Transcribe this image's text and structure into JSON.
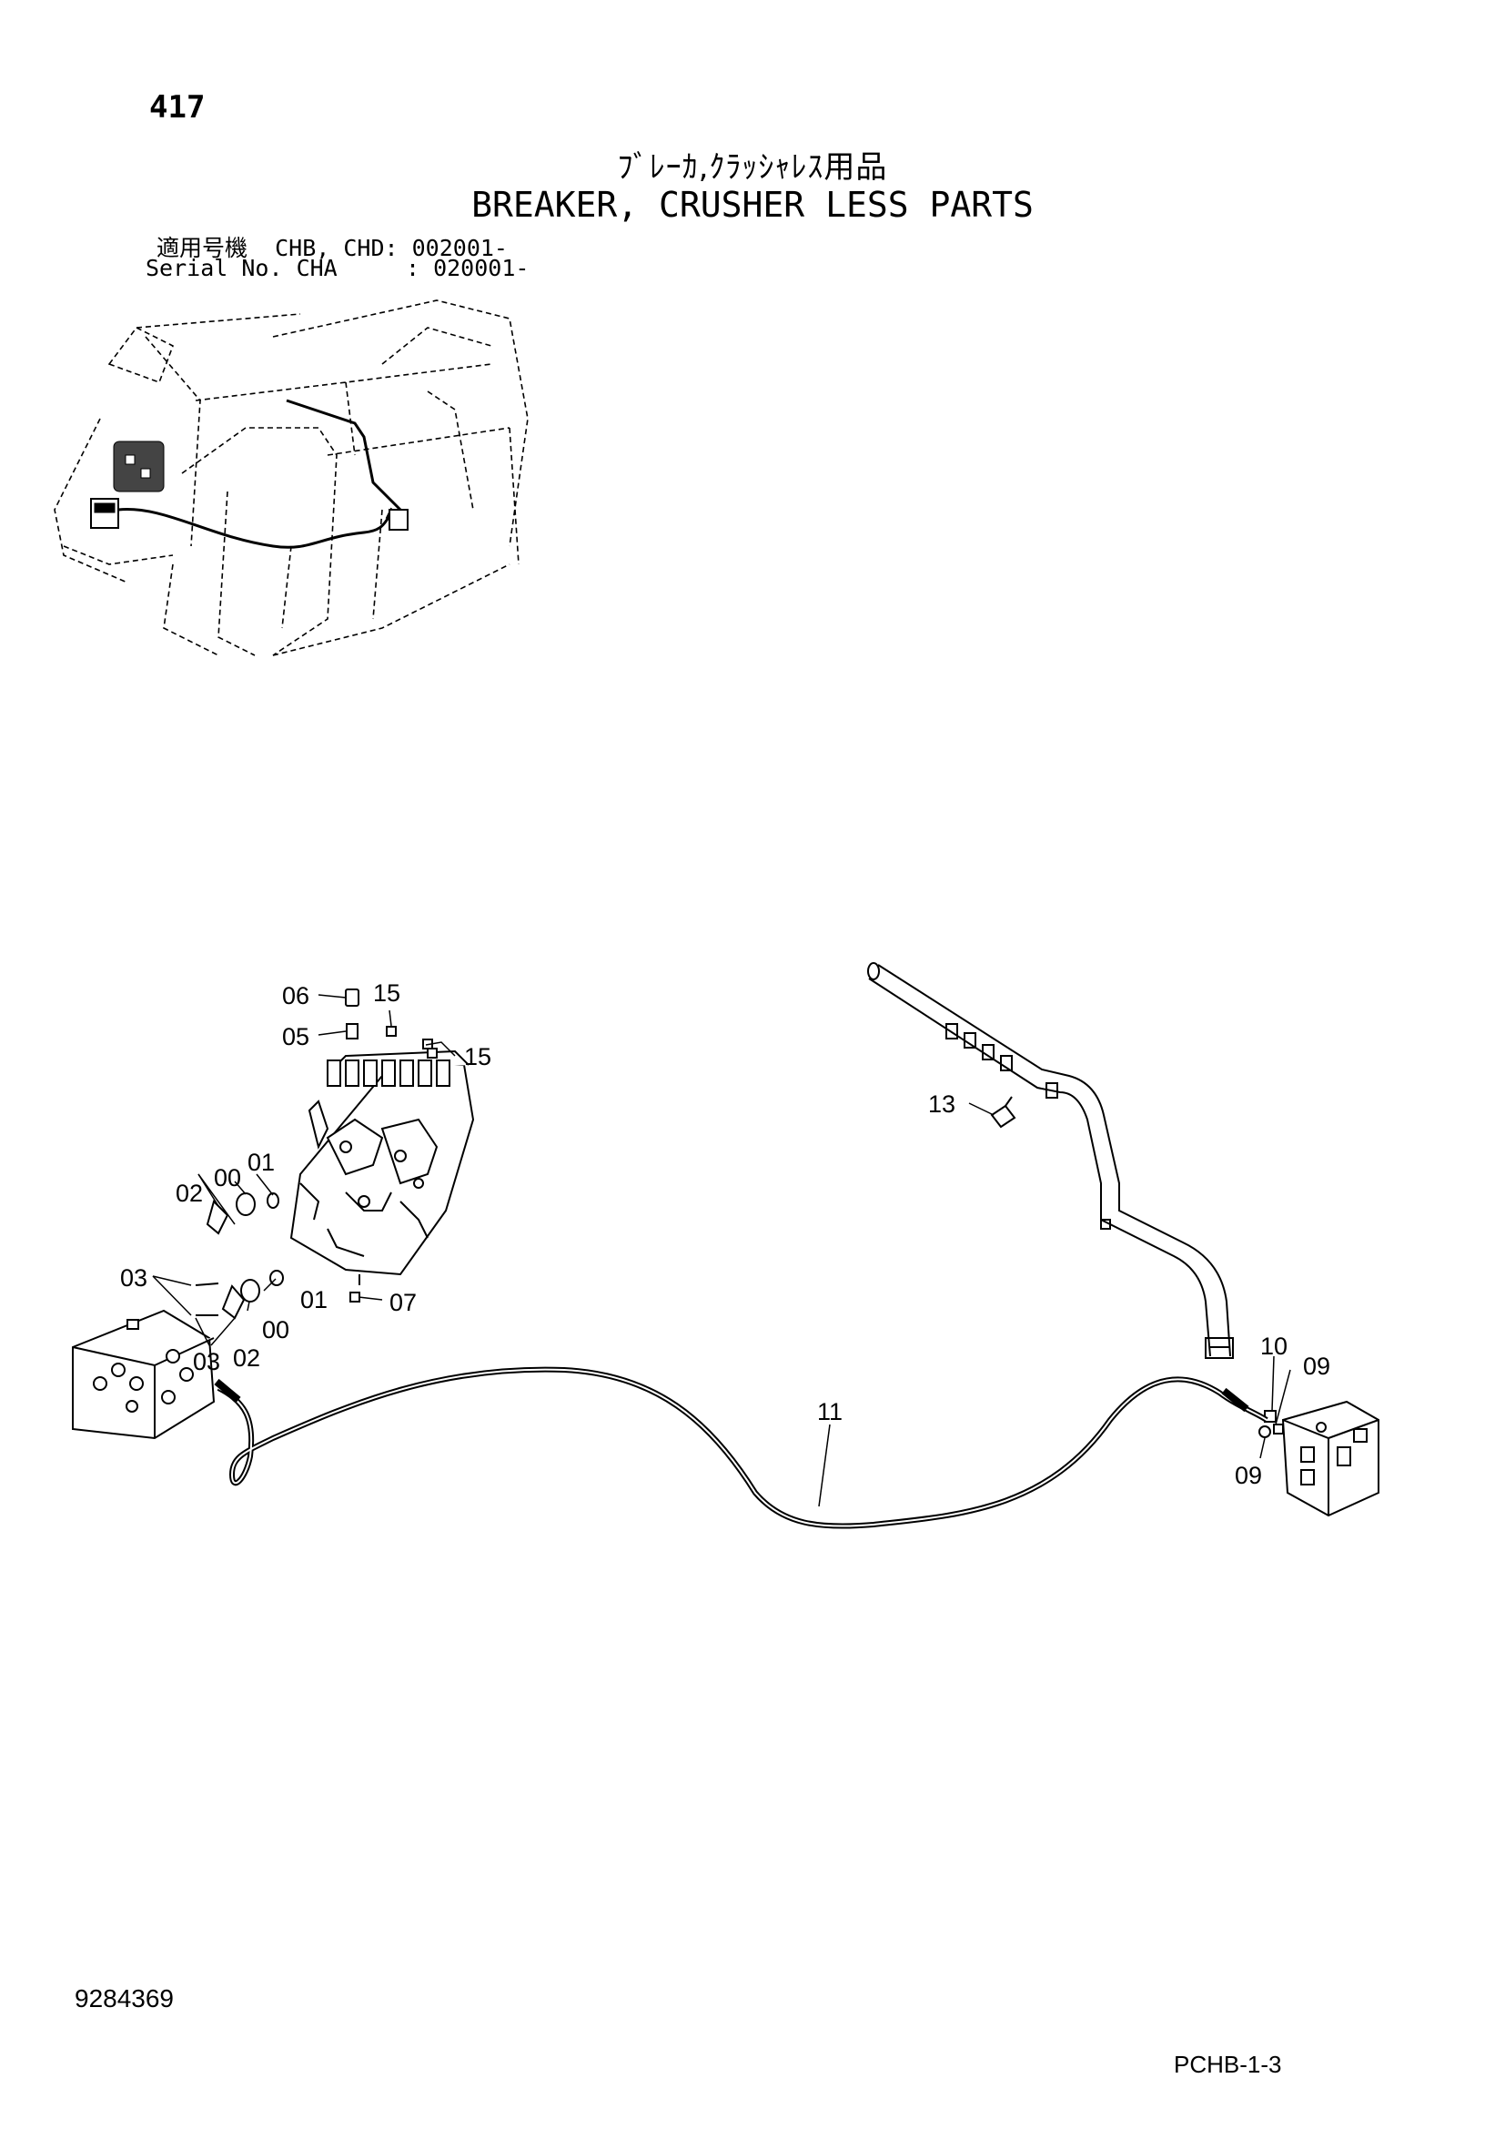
{
  "header": {
    "page_number": "417",
    "title_jp": "ﾌﾞﾚｰｶ,ｸﾗｯｼｬﾚｽ用品",
    "title_en": "BREAKER, CRUSHER LESS PARTS",
    "serial_line_1": "適用号機  CHB, CHD: 002001-",
    "serial_line_2": "Serial No. CHA     : 020001-"
  },
  "diagram": {
    "callouts": [
      {
        "id": "c-06",
        "label": "06"
      },
      {
        "id": "c-15a",
        "label": "15"
      },
      {
        "id": "c-05",
        "label": "05"
      },
      {
        "id": "c-15b",
        "label": "15"
      },
      {
        "id": "c-13",
        "label": "13"
      },
      {
        "id": "c-01a",
        "label": "01"
      },
      {
        "id": "c-00a",
        "label": "00"
      },
      {
        "id": "c-02a",
        "label": "02"
      },
      {
        "id": "c-03a",
        "label": "03"
      },
      {
        "id": "c-01b",
        "label": "01"
      },
      {
        "id": "c-07",
        "label": "07"
      },
      {
        "id": "c-00b",
        "label": "00"
      },
      {
        "id": "c-03b",
        "label": "03"
      },
      {
        "id": "c-02b",
        "label": "02"
      },
      {
        "id": "c-10",
        "label": "10"
      },
      {
        "id": "c-09a",
        "label": "09"
      },
      {
        "id": "c-11",
        "label": "11"
      },
      {
        "id": "c-09b",
        "label": "09"
      }
    ]
  },
  "footer": {
    "doc_number": "9284369",
    "page_code": "PCHB-1-3"
  }
}
